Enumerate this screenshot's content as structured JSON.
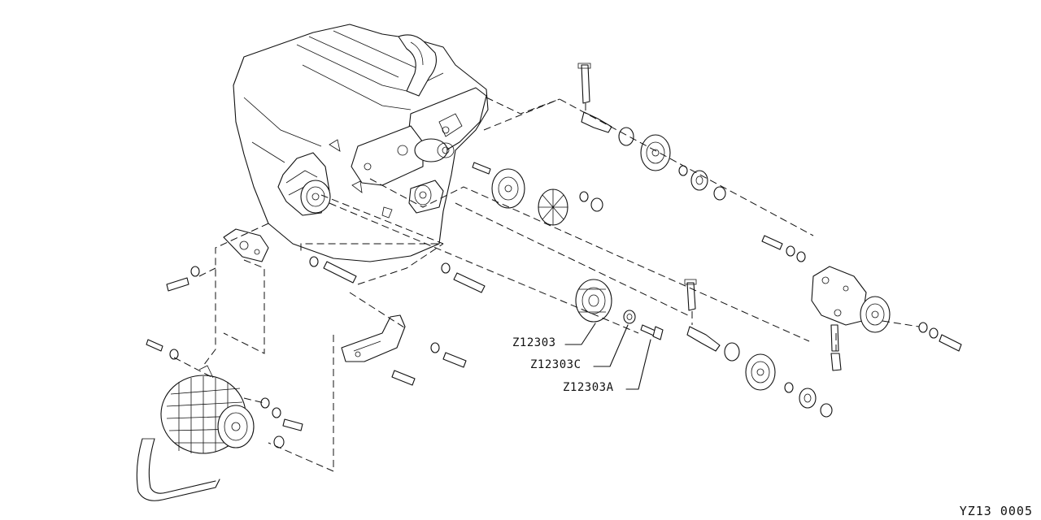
{
  "callouts": {
    "pulley": "Z12303",
    "spacer": "Z12303C",
    "bolt": "Z12303A"
  },
  "ref_code": "YZ13 0005",
  "colors": {
    "line": "#111111",
    "background": "#ffffff"
  }
}
